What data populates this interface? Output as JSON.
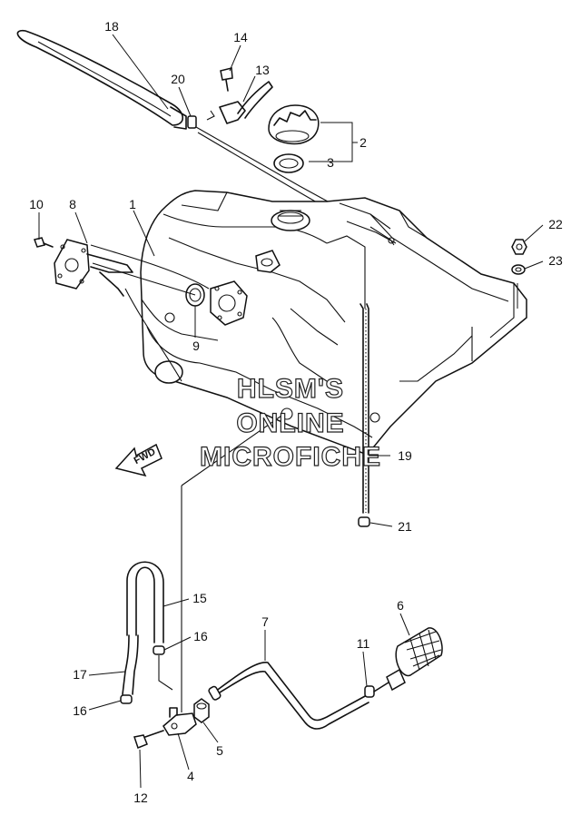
{
  "watermark": {
    "line1": "HLSM'S",
    "line2": "ONLINE",
    "line3": "MICROFICHE"
  },
  "direction_label": "FWD",
  "callouts": [
    {
      "id": "c1",
      "label": "1"
    },
    {
      "id": "c2",
      "label": "2"
    },
    {
      "id": "c3",
      "label": "3"
    },
    {
      "id": "c4",
      "label": "4"
    },
    {
      "id": "c5",
      "label": "5"
    },
    {
      "id": "c6",
      "label": "6"
    },
    {
      "id": "c7",
      "label": "7"
    },
    {
      "id": "c8",
      "label": "8"
    },
    {
      "id": "c9",
      "label": "9"
    },
    {
      "id": "c10",
      "label": "10"
    },
    {
      "id": "c11",
      "label": "11"
    },
    {
      "id": "c12",
      "label": "12"
    },
    {
      "id": "c13",
      "label": "13"
    },
    {
      "id": "c14",
      "label": "14"
    },
    {
      "id": "c15",
      "label": "15"
    },
    {
      "id": "c16a",
      "label": "16"
    },
    {
      "id": "c16b",
      "label": "16"
    },
    {
      "id": "c17",
      "label": "17"
    },
    {
      "id": "c18",
      "label": "18"
    },
    {
      "id": "c19",
      "label": "19"
    },
    {
      "id": "c20",
      "label": "20"
    },
    {
      "id": "c21",
      "label": "21"
    },
    {
      "id": "c22",
      "label": "22"
    },
    {
      "id": "c23",
      "label": "23"
    }
  ]
}
